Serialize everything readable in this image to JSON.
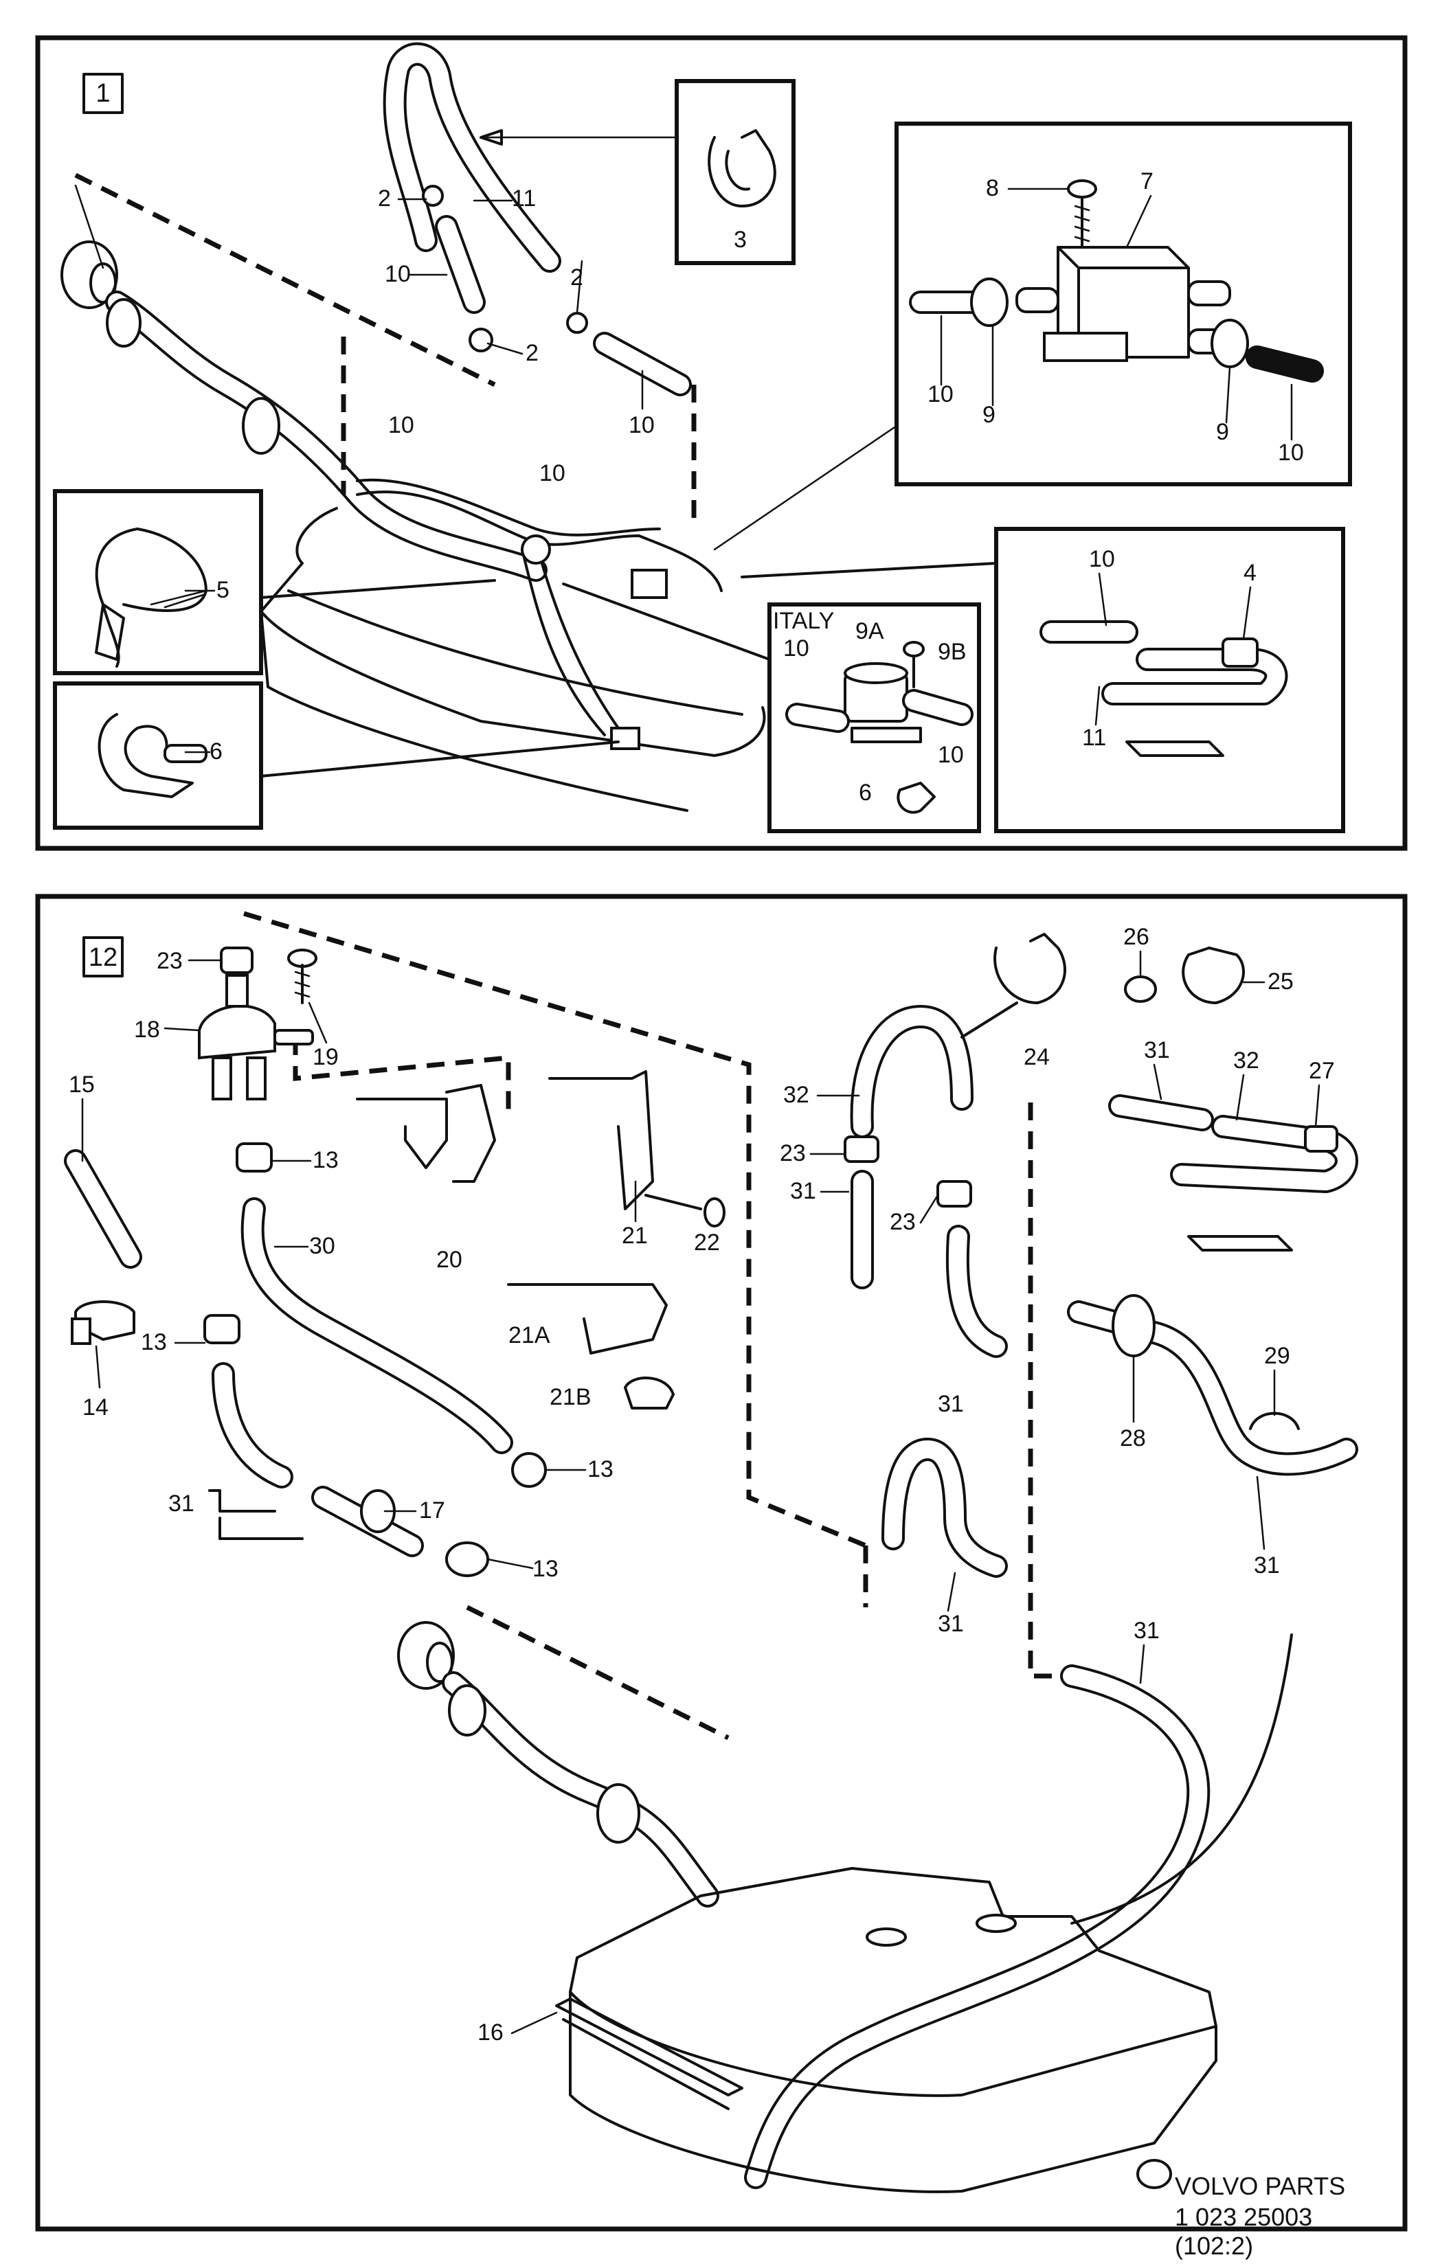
{
  "sections": {
    "top_box": "1",
    "bottom_box": "12"
  },
  "callouts_top": {
    "c2a": "2",
    "c11": "11",
    "c10a": "10",
    "c2b": "2",
    "c2c": "2",
    "c10b": "10",
    "c3": "3",
    "c8": "8",
    "c7": "7",
    "c10c": "10",
    "c9a": "9",
    "c9b": "9",
    "c10d": "10",
    "c10e": "10",
    "c10f": "10",
    "c5": "5",
    "c6a": "6",
    "italy": "ITALY",
    "c9A": "9A",
    "c9B": "9B",
    "c10g": "10",
    "c10h": "10",
    "c6b": "6",
    "c10i": "10",
    "c4": "4",
    "c11b": "11"
  },
  "callouts_bottom": {
    "c23a": "23",
    "c18": "18",
    "c19": "19",
    "c15": "15",
    "c13a": "13",
    "c30": "30",
    "c20": "20",
    "c21": "21",
    "c22": "22",
    "c21A": "21A",
    "c21B": "21B",
    "c13b": "13",
    "c14": "14",
    "c13c": "13",
    "c31a": "31",
    "c17": "17",
    "c13d": "13",
    "c32a": "32",
    "c23b": "23",
    "c31b": "31",
    "c23c": "23",
    "c31c": "31",
    "c24": "24",
    "c26": "26",
    "c25": "25",
    "c31d": "31",
    "c32b": "32",
    "c27": "27",
    "c28": "28",
    "c29": "29",
    "c31e": "31",
    "c31f": "31",
    "c31g": "31",
    "c16": "16"
  },
  "footer": {
    "brand": "VOLVO PARTS",
    "number": "1 023 25003",
    "ref": "(102:2)"
  }
}
